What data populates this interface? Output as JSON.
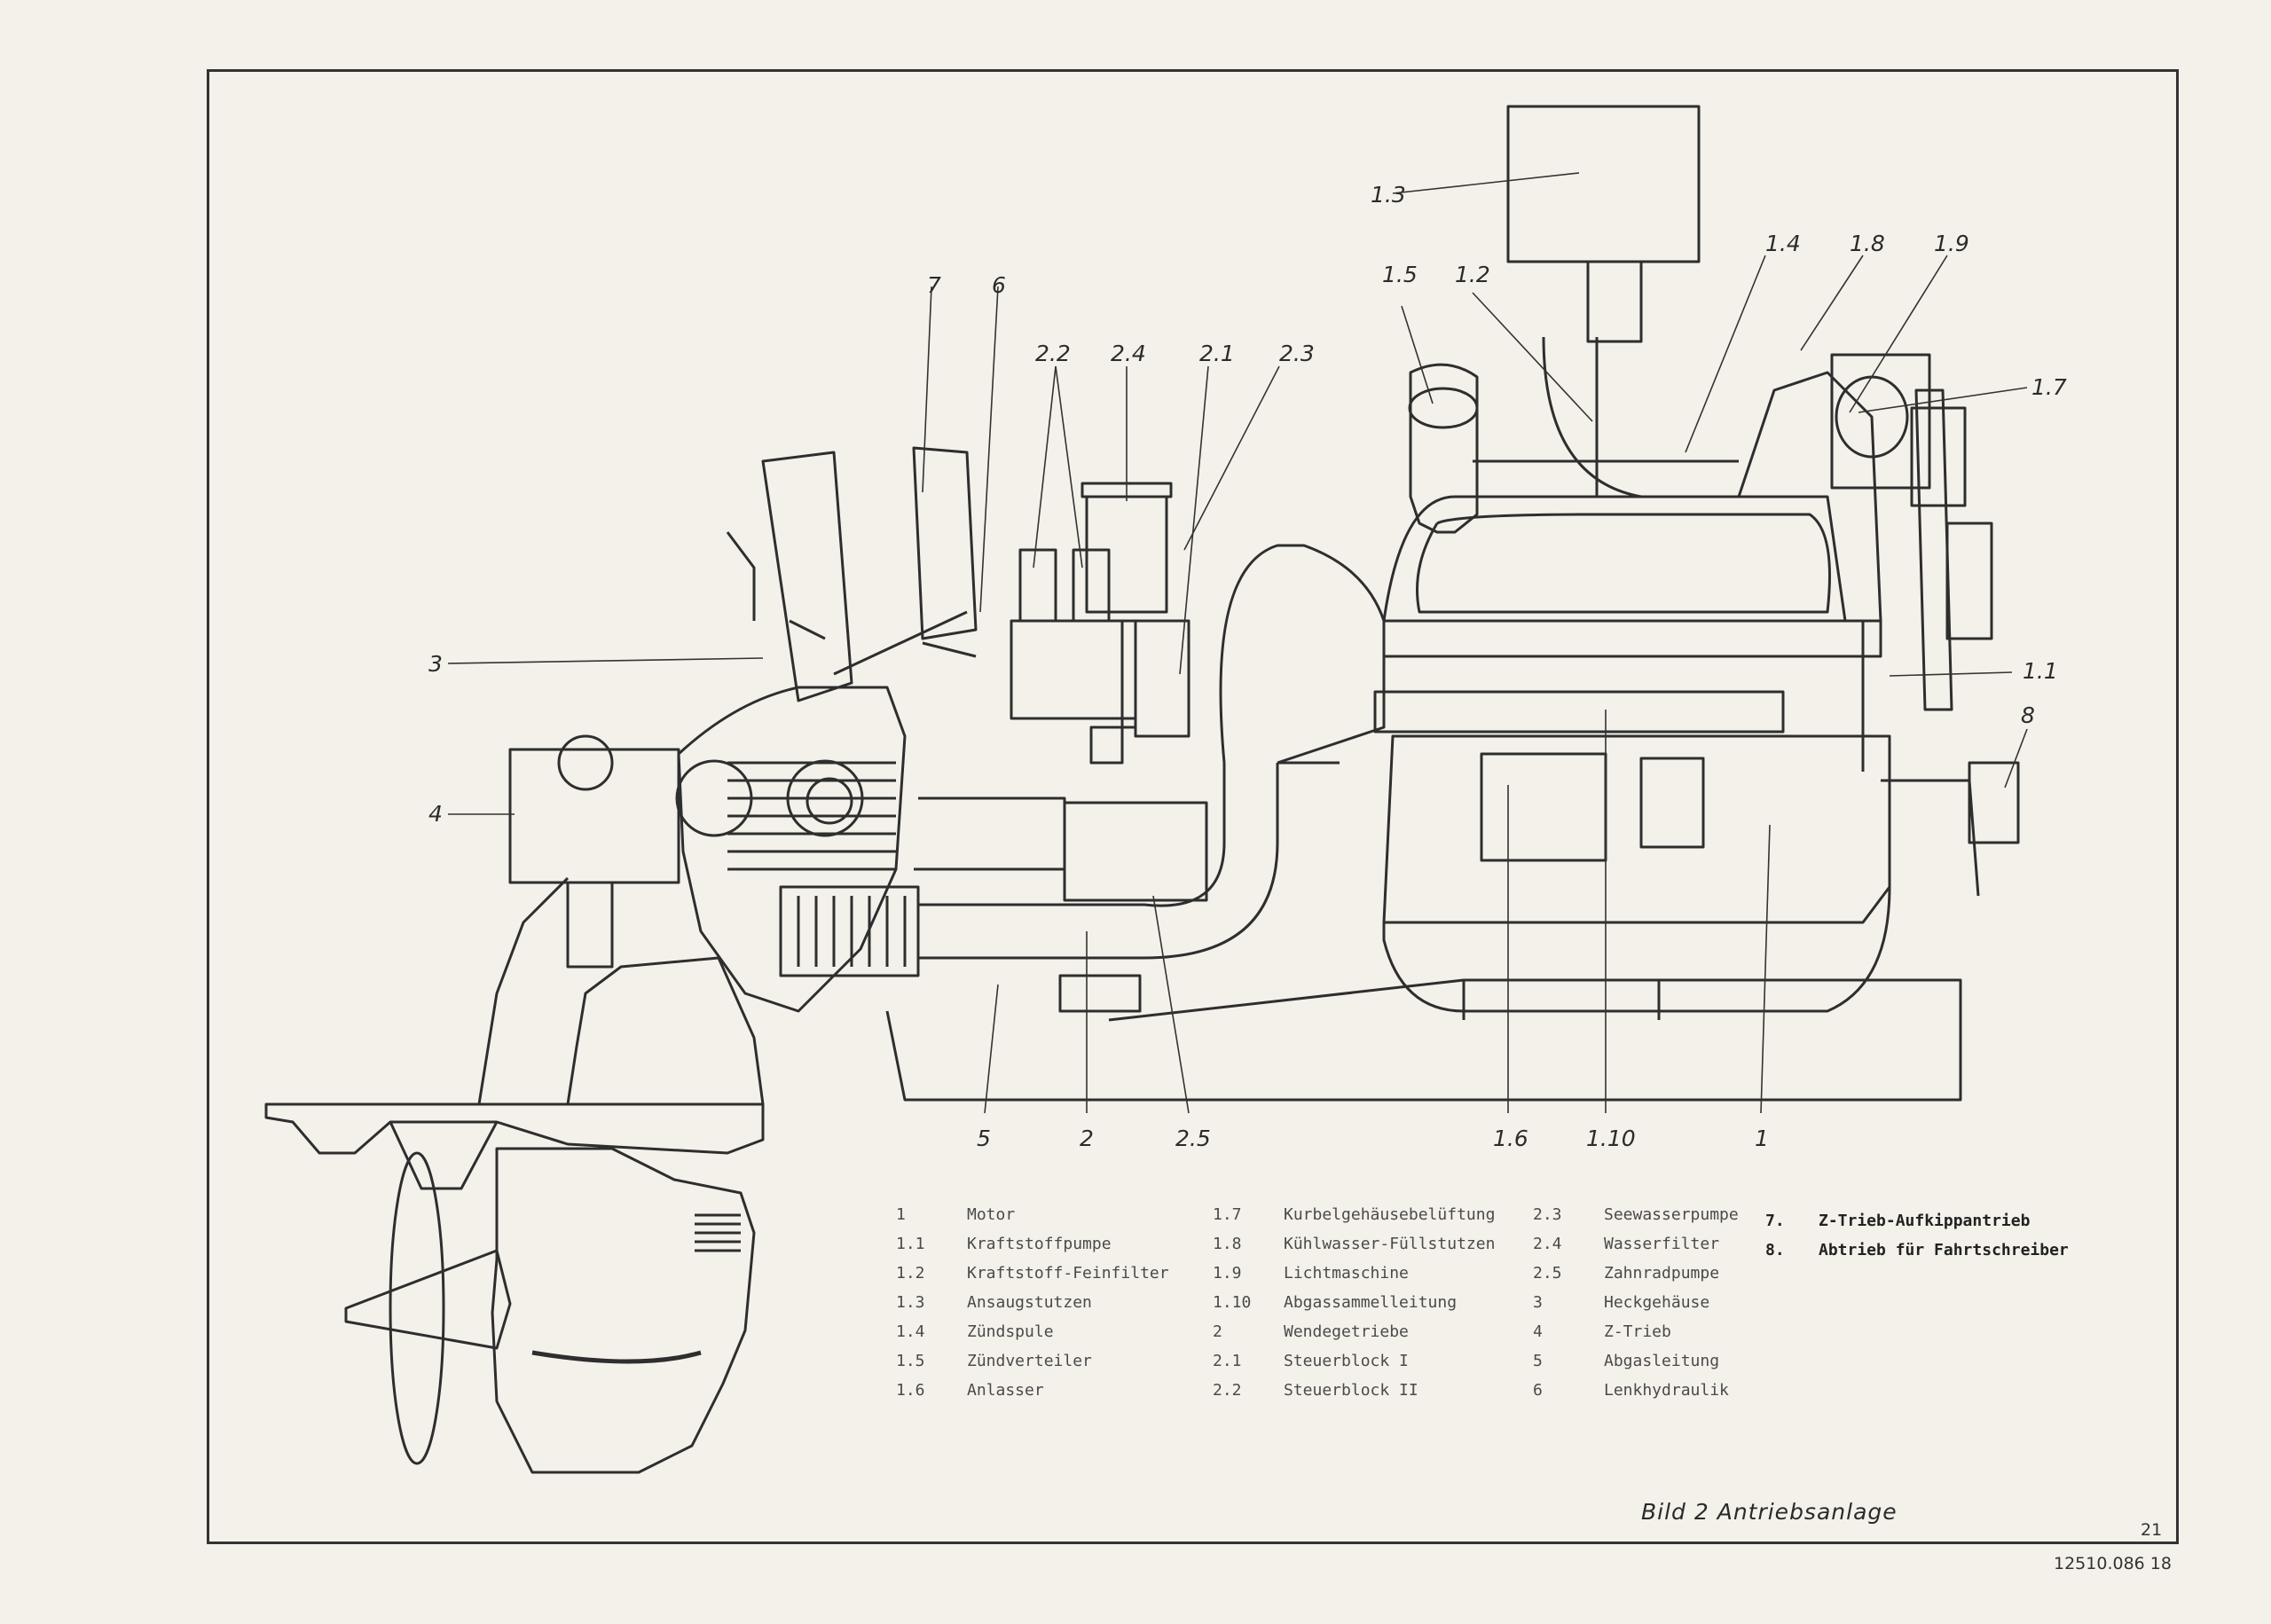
{
  "callouts": {
    "c1_3": "1.3",
    "c1_5": "1.5",
    "c1_2": "1.2",
    "c1_4": "1.4",
    "c1_8": "1.8",
    "c1_9": "1.9",
    "c1_7": "1.7",
    "c1_1": "1.1",
    "c8": "8",
    "c7": "7",
    "c6": "6",
    "c2_2": "2.2",
    "c2_4": "2.4",
    "c2_1": "2.1",
    "c2_3": "2.3",
    "c3": "3",
    "c4": "4",
    "c5": "5",
    "c2": "2",
    "c2_5": "2.5",
    "c1_6": "1.6",
    "c1_10": "1.10",
    "c1": "1"
  },
  "legend": {
    "col1": [
      {
        "num": "1",
        "label": "Motor"
      },
      {
        "num": "1.1",
        "label": "Kraftstoffpumpe"
      },
      {
        "num": "1.2",
        "label": "Kraftstoff-Feinfilter"
      },
      {
        "num": "1.3",
        "label": "Ansaugstutzen"
      },
      {
        "num": "1.4",
        "label": "Zündspule"
      },
      {
        "num": "1.5",
        "label": "Zündverteiler"
      },
      {
        "num": "1.6",
        "label": "Anlasser"
      }
    ],
    "col2": [
      {
        "num": "1.7",
        "label": "Kurbelgehäusebelüftung"
      },
      {
        "num": "1.8",
        "label": "Kühlwasser-Füllstutzen"
      },
      {
        "num": "1.9",
        "label": "Lichtmaschine"
      },
      {
        "num": "1.10",
        "label": "Abgassammelleitung"
      },
      {
        "num": "2",
        "label": "Wendegetriebe"
      },
      {
        "num": "2.1",
        "label": "Steuerblock I"
      },
      {
        "num": "2.2",
        "label": "Steuerblock II"
      }
    ],
    "col3": [
      {
        "num": "2.3",
        "label": "Seewasserpumpe"
      },
      {
        "num": "2.4",
        "label": "Wasserfilter"
      },
      {
        "num": "2.5",
        "label": "Zahnradpumpe"
      },
      {
        "num": "3",
        "label": "Heckgehäuse"
      },
      {
        "num": "4",
        "label": "Z-Trieb"
      },
      {
        "num": "5",
        "label": "Abgasleitung"
      },
      {
        "num": "6",
        "label": "Lenkhydraulik"
      }
    ],
    "col4": [
      {
        "num": "7.",
        "label": "Z-Trieb-Aufkippantrieb"
      },
      {
        "num": "8.",
        "label": "Abtrieb für Fahrtschreiber"
      }
    ]
  },
  "caption": "Bild 2 Antriebsanlage",
  "page_number": "21",
  "doc_number": "12510.086 18"
}
